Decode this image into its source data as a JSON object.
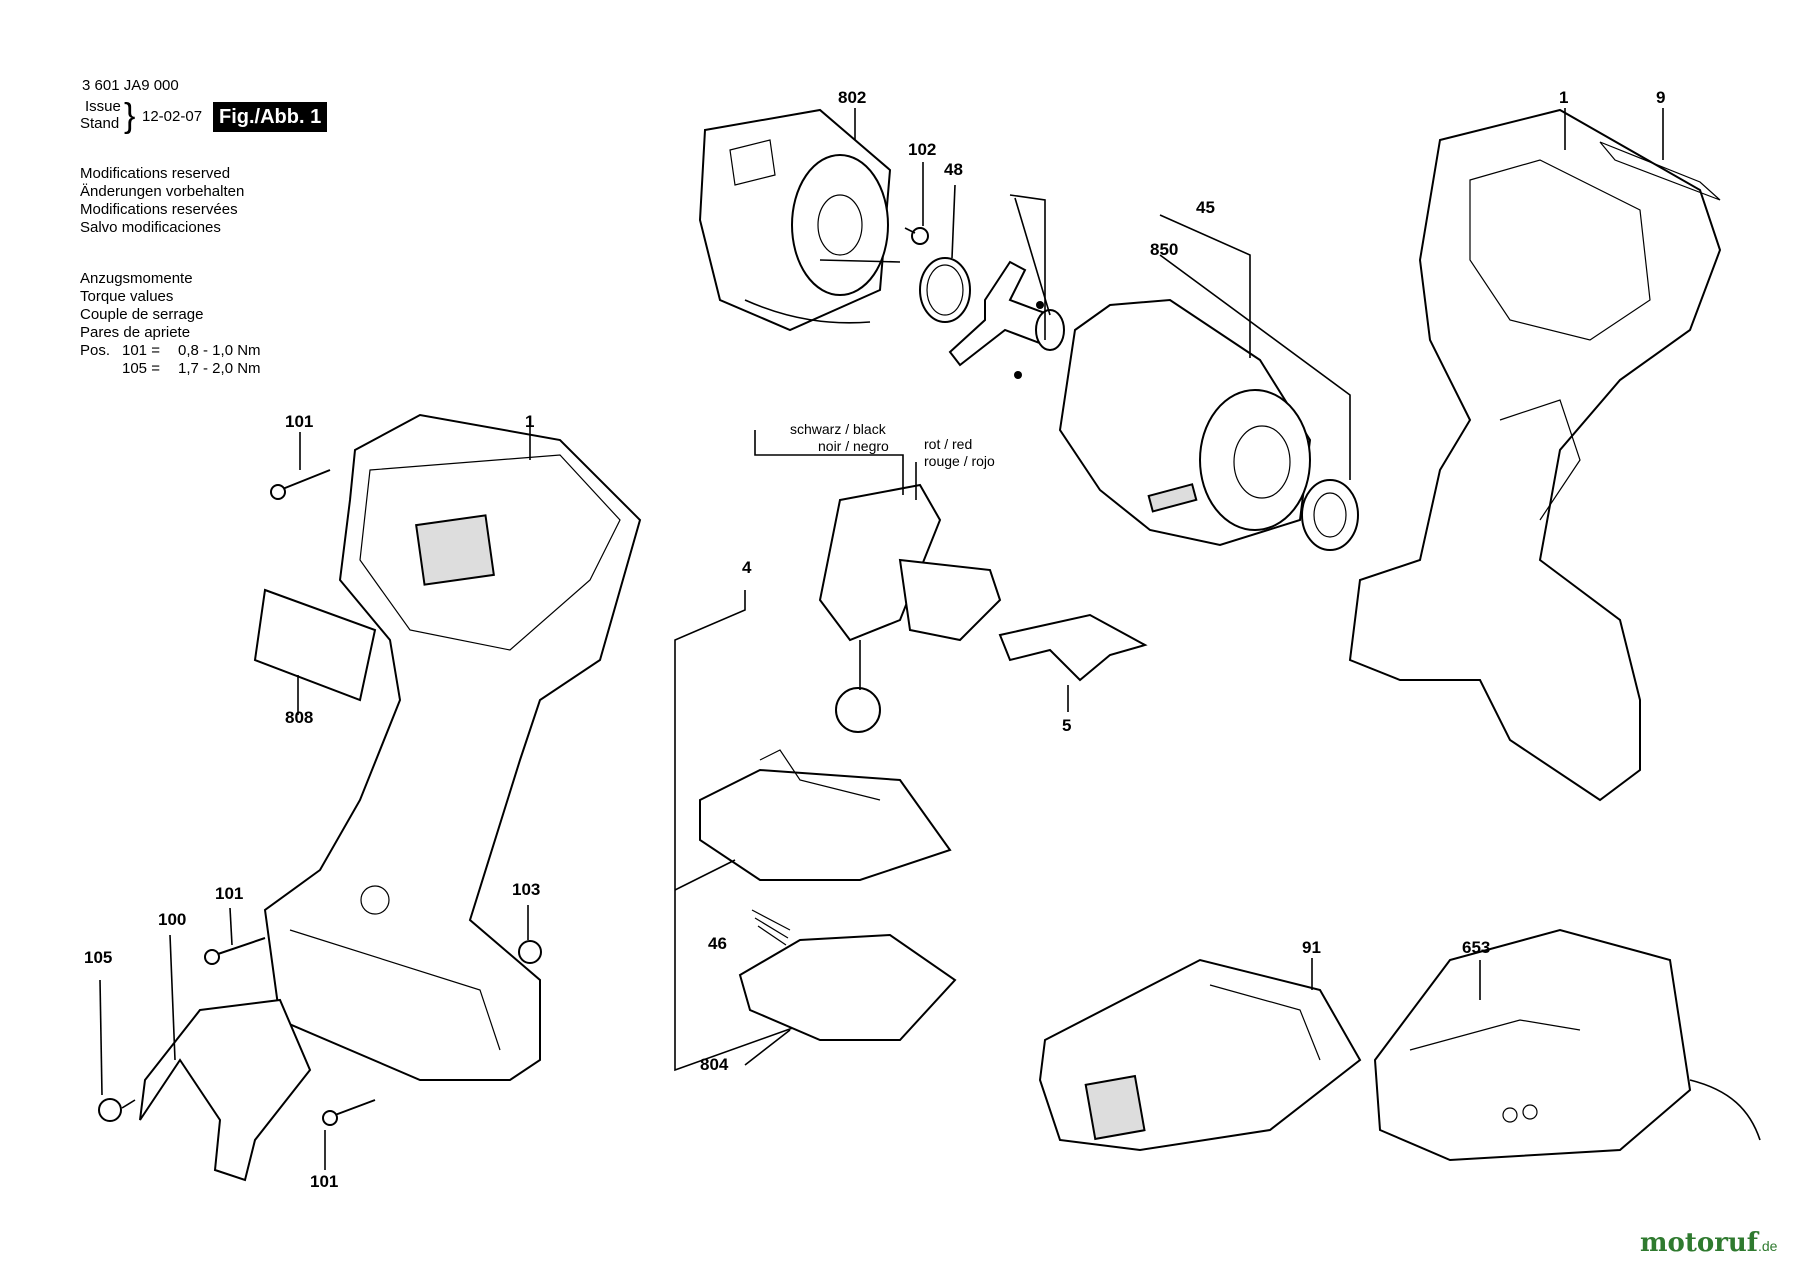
{
  "header": {
    "part_number": "3 601 JA9 000",
    "issue_label": "Issue",
    "stand_label": "Stand",
    "date": "12-02-07",
    "figure_label": "Fig./Abb. 1"
  },
  "modifications": [
    "Modifications reserved",
    "Änderungen vorbehalten",
    "Modifications reservées",
    "Salvo modificaciones"
  ],
  "torque": {
    "lines": [
      "Anzugsmomente",
      "Torque values",
      "Couple de serrage",
      "Pares de apriete"
    ],
    "pos_label": "Pos.",
    "values": [
      {
        "pos": "101 =",
        "value": "0,8 - 1,0 Nm"
      },
      {
        "pos": "105 =",
        "value": "1,7 - 2,0 Nm"
      }
    ]
  },
  "wires": {
    "black_line1": "schwarz / black",
    "black_line2": "noir / negro",
    "red_line1": "rot / red",
    "red_line2": "rouge / rojo"
  },
  "callouts": {
    "c802": "802",
    "c102": "102",
    "c48": "48",
    "c1_top": "1",
    "c9": "9",
    "c45": "45",
    "c850": "850",
    "c101_a": "101",
    "c1_left": "1",
    "c4": "4",
    "c5": "5",
    "c808": "808",
    "c101_b": "101",
    "c103": "103",
    "c100": "100",
    "c105": "105",
    "c46": "46",
    "c804": "804",
    "c91": "91",
    "c653": "653",
    "c101_c": "101"
  },
  "watermark": {
    "brand": "motoruf",
    "tld": ".de"
  },
  "colors": {
    "logo_main": "#2f7a2f",
    "logo_dot": "#c9a227"
  }
}
